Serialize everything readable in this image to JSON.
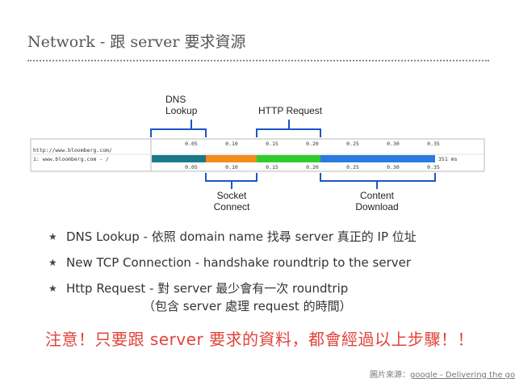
{
  "slide": {
    "title": "Network - 跟 server 要求資源"
  },
  "diagram": {
    "label_dns": [
      "DNS",
      "Lookup"
    ],
    "label_http": "HTTP Request",
    "label_socket": [
      "Socket",
      "Connect"
    ],
    "label_content": [
      "Content",
      "Download"
    ],
    "url_top": "http://www.bloomberg.com/",
    "url_row": "1: www.bloomberg.com - /",
    "ticks": [
      "0.05",
      "0.10",
      "0.15",
      "0.20",
      "0.25",
      "0.30",
      "0.35"
    ],
    "total_time": "351 ms",
    "colors": {
      "dns": "#1a7a8c",
      "connect": "#f28c1a",
      "request": "#2ecc2e",
      "download": "#2a7be0",
      "bracket": "#1c55c8"
    }
  },
  "bullets": [
    {
      "lead": "DNS Lookup",
      "rest": " - 依照 domain name 找尋 server 真正的 IP 位址"
    },
    {
      "lead": "New TCP Connection",
      "rest": " - handshake roundtrip to the server"
    },
    {
      "lead": "Http Request",
      "rest": " -  對 server 最少會有一次 roundtrip",
      "sub": "（包含 server 處理 request 的時間）"
    }
  ],
  "note": "注意！只要跟 server 要求的資料，都會經過以上步驟！！",
  "source": {
    "prefix": "圖片來源：",
    "link": "google - Delivering the goods"
  }
}
